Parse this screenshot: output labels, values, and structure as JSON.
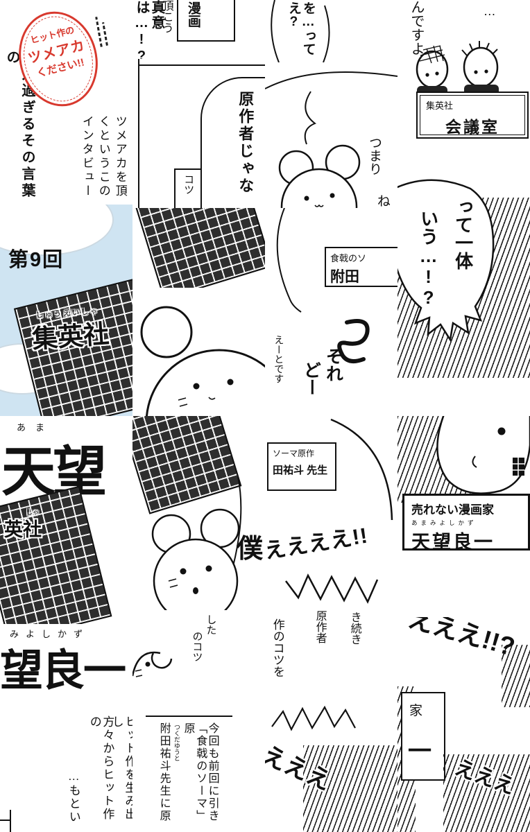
{
  "colors": {
    "accent_red": "#d8392e",
    "sky": "#cfe4f2",
    "ink": "#111111"
  },
  "stamp": {
    "l1": "ヒット作の",
    "l2": "ツメアカ",
    "l3": "ください!!"
  },
  "intro": {
    "left_col": "意外過ぎるその言葉の",
    "col1": "ツメアカを頂",
    "col2": "くというこの",
    "col3": "インタビュー",
    "shinni": "真意は…!?"
  },
  "fragments": {
    "itadakou": "頂こう",
    "manga": "漫画",
    "kotsu": "コツ",
    "gensakusha": "原作者じゃな",
    "wotte": "を…ってえ?",
    "tsumari": "つまり",
    "ne": "ね",
    "dots": "…",
    "ndesuyo": "んですよ",
    "boku": "僕",
    "shita": "した",
    "nokotsu": "のコツ"
  },
  "meeting_sign": {
    "company": "集英社",
    "room": "会議室"
  },
  "round9": {
    "label": "第9回",
    "building_furi": "しゅうえいしゃ",
    "building": "集英社"
  },
  "tenbou": {
    "furi": "あま",
    "name": "天望",
    "bldg_furi": "しゃ",
    "bldg": "英社"
  },
  "mochi": {
    "furi": "みよしかず",
    "name": "望良一",
    "col1": "ヒット作を生み出し",
    "col2": "方々からヒット作の",
    "col3": "…もとい"
  },
  "soma_sign_a": {
    "l1": "食戟のソ",
    "l2": "附田"
  },
  "soma_sign_b": {
    "l1": "ソーマ原作",
    "l2": "田祐斗 先生"
  },
  "unsold_sign": {
    "l1": "売れない漫画家",
    "furi": "あまみよしかず",
    "l2": "天望良一"
  },
  "sign_frag": {
    "l1": "家",
    "l2": "一"
  },
  "ittai": {
    "col1": "って一体",
    "col2": "いう…!?"
  },
  "sore": {
    "small": "えーとです",
    "b1": "それ",
    "b2": "どー"
  },
  "tsuzuki": {
    "col1": "き続き",
    "col2": "原作者",
    "col3": "作のコツを"
  },
  "konkai": {
    "col1": "今回も前回に引き",
    "col2": "「食戟のソーマ」原",
    "furi": "つくだゆうと",
    "col3": "附田祐斗先生に原"
  },
  "sfx": {
    "e4": "ええええ!!",
    "e3a": "えええ",
    "e3b": "えええ!!?",
    "e3c": "えええ"
  }
}
